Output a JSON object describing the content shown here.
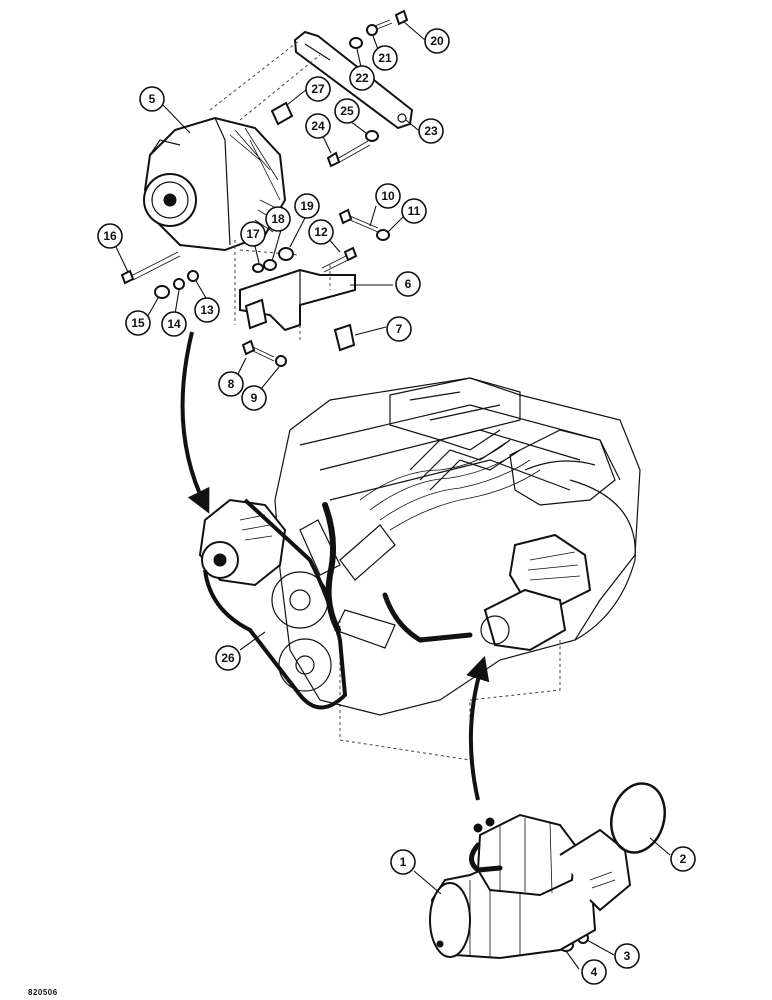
{
  "figure_code": "820506",
  "callouts": [
    {
      "id": "1",
      "label": "1"
    },
    {
      "id": "2",
      "label": "2"
    },
    {
      "id": "3",
      "label": "3"
    },
    {
      "id": "4",
      "label": "4"
    },
    {
      "id": "5",
      "label": "5"
    },
    {
      "id": "6",
      "label": "6"
    },
    {
      "id": "7",
      "label": "7"
    },
    {
      "id": "8",
      "label": "8"
    },
    {
      "id": "9",
      "label": "9"
    },
    {
      "id": "10",
      "label": "10"
    },
    {
      "id": "11",
      "label": "11"
    },
    {
      "id": "12",
      "label": "12"
    },
    {
      "id": "13",
      "label": "13"
    },
    {
      "id": "14",
      "label": "14"
    },
    {
      "id": "15",
      "label": "15"
    },
    {
      "id": "16",
      "label": "16"
    },
    {
      "id": "17",
      "label": "17"
    },
    {
      "id": "18",
      "label": "18"
    },
    {
      "id": "19",
      "label": "19"
    },
    {
      "id": "20",
      "label": "20"
    },
    {
      "id": "21",
      "label": "21"
    },
    {
      "id": "22",
      "label": "22"
    },
    {
      "id": "23",
      "label": "23"
    },
    {
      "id": "24",
      "label": "24"
    },
    {
      "id": "25",
      "label": "25"
    },
    {
      "id": "26",
      "label": "26"
    },
    {
      "id": "27",
      "label": "27"
    }
  ]
}
